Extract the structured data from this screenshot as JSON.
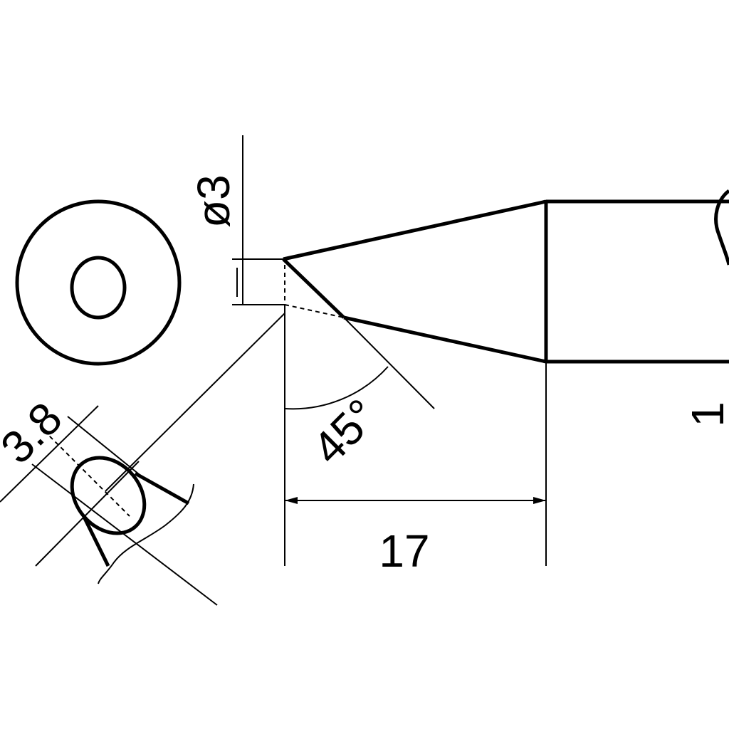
{
  "drawing": {
    "dim_diameter": "ø3",
    "dim_angle": "45°",
    "dim_length": "17",
    "dim_bevel": "3.8",
    "dim_cut_right": "1"
  },
  "colors": {
    "line": "#000000",
    "background": "#ffffff"
  }
}
